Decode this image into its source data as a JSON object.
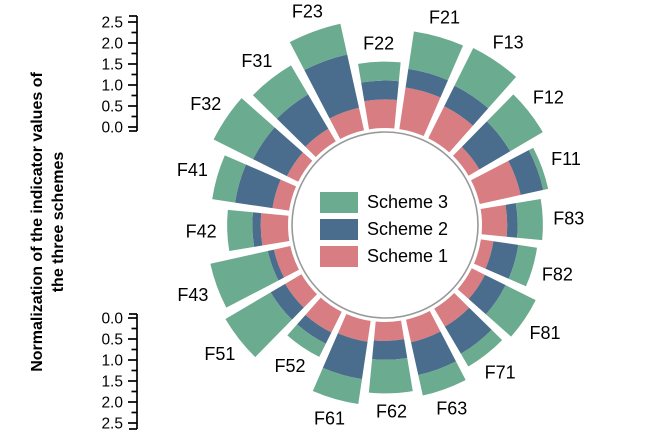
{
  "page": {
    "background": "#ffffff"
  },
  "axis": {
    "title_line1": "Normalization of the indicator values of",
    "title_line2": "the three schemes",
    "ticks": [
      "0.0",
      "0.5",
      "1.0",
      "1.5",
      "2.0",
      "2.5"
    ],
    "max_value": 2.5
  },
  "legend": {
    "items": [
      {
        "label": "Scheme 3",
        "color": "#6BAB90"
      },
      {
        "label": "Scheme 2",
        "color": "#4A6D8D"
      },
      {
        "label": "Scheme 1",
        "color": "#D87D82"
      }
    ]
  },
  "chart_data": {
    "type": "radial-stacked-bar",
    "title": "",
    "radial_axis_label": "Normalization of the indicator values of the three schemes",
    "radial_axis": {
      "min": 0.0,
      "max": 2.5,
      "major_tick": 0.5,
      "minor_tick": 0.25
    },
    "categories": [
      "F11",
      "F12",
      "F13",
      "F21",
      "F22",
      "F23",
      "F31",
      "F32",
      "F41",
      "F42",
      "F43",
      "F51",
      "F52",
      "F61",
      "F62",
      "F63",
      "F71",
      "F81",
      "F82",
      "F83"
    ],
    "series": [
      {
        "name": "Scheme 1",
        "color": "#D87D82",
        "values": [
          1.0,
          0.3,
          0.85,
          1.0,
          0.68,
          0.55,
          0.35,
          0.3,
          0.4,
          0.65,
          0.4,
          0.45,
          0.55,
          0.5,
          0.45,
          0.55,
          0.5,
          0.35,
          0.3,
          0.6
        ]
      },
      {
        "name": "Scheme 2",
        "color": "#4A6D8D",
        "values": [
          0.55,
          0.85,
          0.55,
          0.45,
          0.45,
          1.3,
          0.95,
          0.9,
          0.9,
          0.2,
          0.15,
          0.4,
          0.3,
          0.9,
          0.45,
          0.8,
          0.75,
          0.55,
          0.6,
          0.25
        ]
      },
      {
        "name": "Scheme 3",
        "color": "#6BAB90",
        "values": [
          0.12,
          0.9,
          1.0,
          0.9,
          0.45,
          0.75,
          0.8,
          1.05,
          0.55,
          0.6,
          1.4,
          1.25,
          0.35,
          0.6,
          0.8,
          0.5,
          0.35,
          0.8,
          0.45,
          0.6
        ]
      }
    ],
    "layout": {
      "direction": "counterclockwise",
      "start_angle_deg": 20,
      "step_deg": 18,
      "bar_width_deg": 15,
      "legend_position": "center",
      "grid": false,
      "inner_circle_color": "#999999"
    }
  }
}
